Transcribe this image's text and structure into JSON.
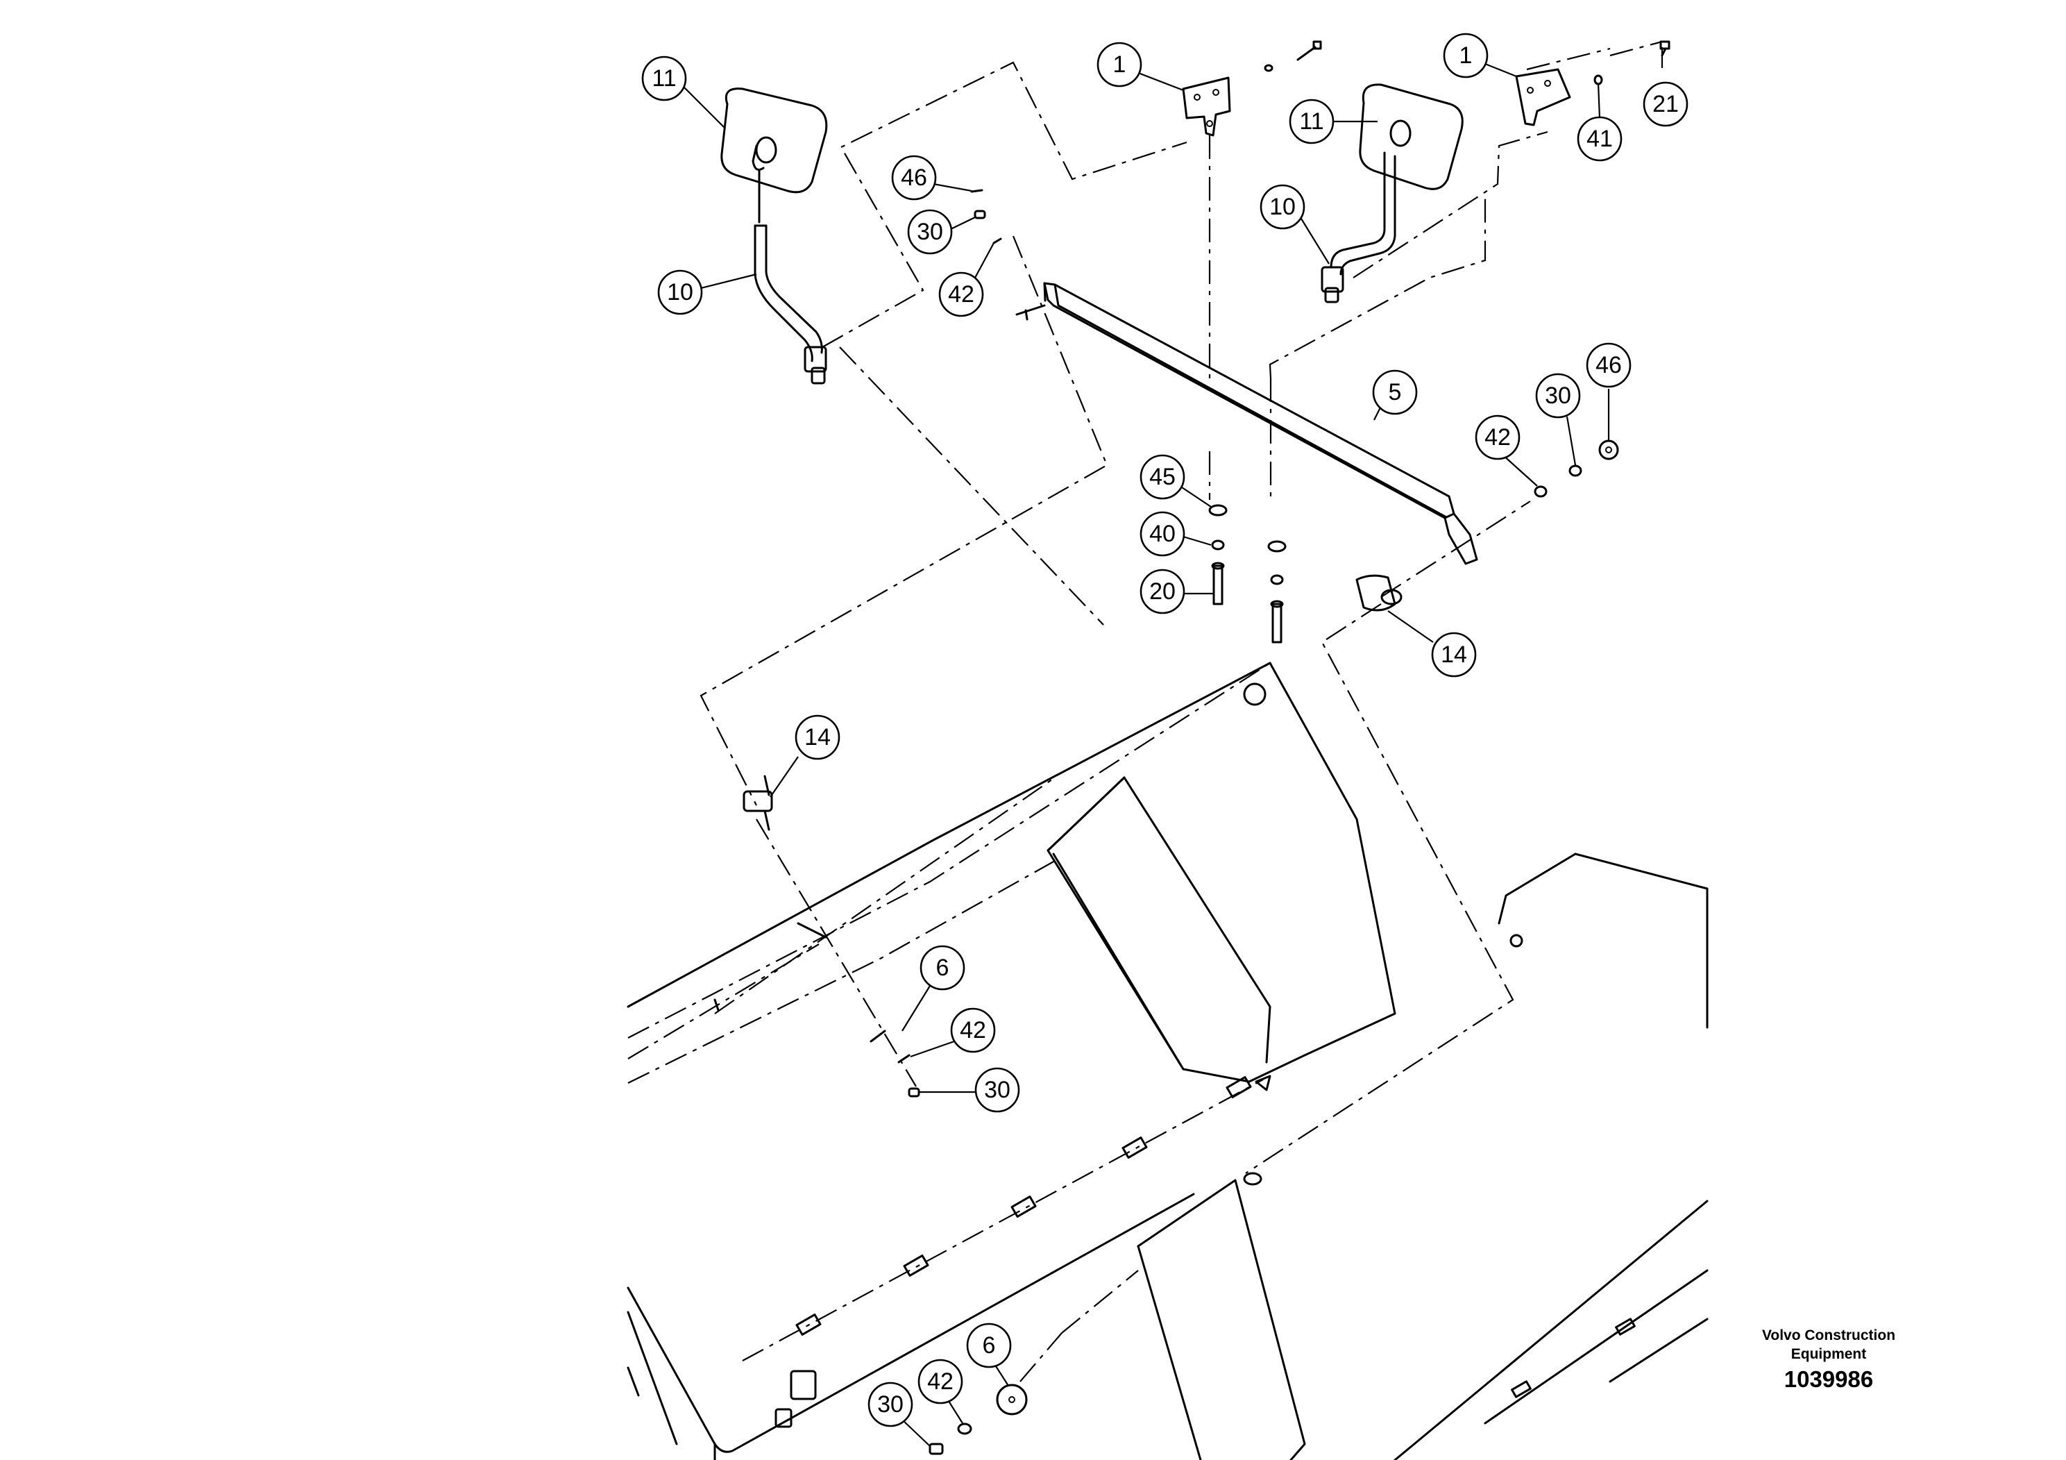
{
  "brand": {
    "name": "Volvo Construction Equipment"
  },
  "drawing_number": "1039986",
  "callouts": [
    {
      "label": "11"
    },
    {
      "label": "10"
    },
    {
      "label": "1"
    },
    {
      "label": "46"
    },
    {
      "label": "30"
    },
    {
      "label": "42"
    },
    {
      "label": "1"
    },
    {
      "label": "11"
    },
    {
      "label": "10"
    },
    {
      "label": "21"
    },
    {
      "label": "41"
    },
    {
      "label": "5"
    },
    {
      "label": "46"
    },
    {
      "label": "30"
    },
    {
      "label": "42"
    },
    {
      "label": "45"
    },
    {
      "label": "40"
    },
    {
      "label": "20"
    },
    {
      "label": "14"
    },
    {
      "label": "14"
    },
    {
      "label": "6"
    },
    {
      "label": "42"
    },
    {
      "label": "30"
    },
    {
      "label": "6"
    },
    {
      "label": "42"
    },
    {
      "label": "30"
    }
  ]
}
